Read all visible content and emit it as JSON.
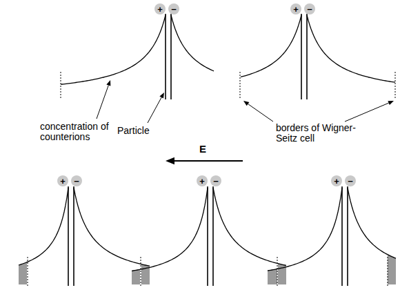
{
  "diagram": {
    "nodes": [
      {
        "text": [
          "+"
        ]
      },
      {
        "text": [
          "−"
        ]
      },
      {
        "text": [
          "+"
        ]
      },
      {
        "text": [
          "−"
        ]
      },
      {
        "text": [
          "+"
        ]
      },
      {
        "text": [
          "−"
        ]
      },
      {
        "text": [
          "+"
        ]
      },
      {
        "text": [
          "−"
        ]
      },
      {
        "text": [
          "+"
        ]
      },
      {
        "text": [
          "−"
        ]
      }
    ],
    "labels": [
      "concentration of counterions",
      "Particle",
      "borders of Wigner-Seitz cell",
      "E"
    ]
  }
}
